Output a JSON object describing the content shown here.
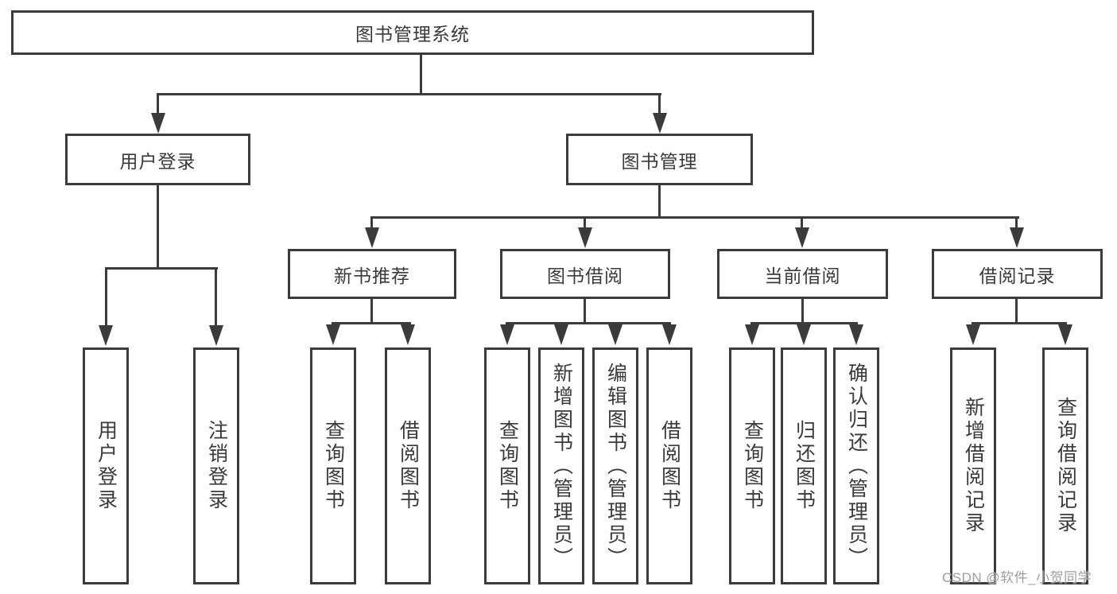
{
  "tree": {
    "root": {
      "label": "图书管理系统"
    },
    "branches": [
      {
        "label": "用户登录",
        "children": [
          {
            "label": "用户登录"
          },
          {
            "label": "注销登录"
          }
        ]
      },
      {
        "label": "图书管理",
        "children": [
          {
            "label": "新书推荐",
            "children": [
              {
                "label": "查询图书"
              },
              {
                "label": "借阅图书"
              }
            ]
          },
          {
            "label": "图书借阅",
            "children": [
              {
                "label": "查询图书"
              },
              {
                "label": "新增图书（管理员）"
              },
              {
                "label": "编辑图书（管理员）"
              },
              {
                "label": "借阅图书"
              }
            ]
          },
          {
            "label": "当前借阅",
            "children": [
              {
                "label": "查询图书"
              },
              {
                "label": "归还图书"
              },
              {
                "label": "确认归还（管理员）"
              }
            ]
          },
          {
            "label": "借阅记录",
            "children": [
              {
                "label": "新增借阅记录"
              },
              {
                "label": "查询借阅记录"
              }
            ]
          }
        ]
      }
    ]
  },
  "watermark": {
    "text": "CSDN @软件_小贺同学"
  },
  "colors": {
    "line": "#3b3b3b",
    "text": "#3a3a3a",
    "watermark": "#9e9e9e",
    "background": "#ffffff"
  }
}
